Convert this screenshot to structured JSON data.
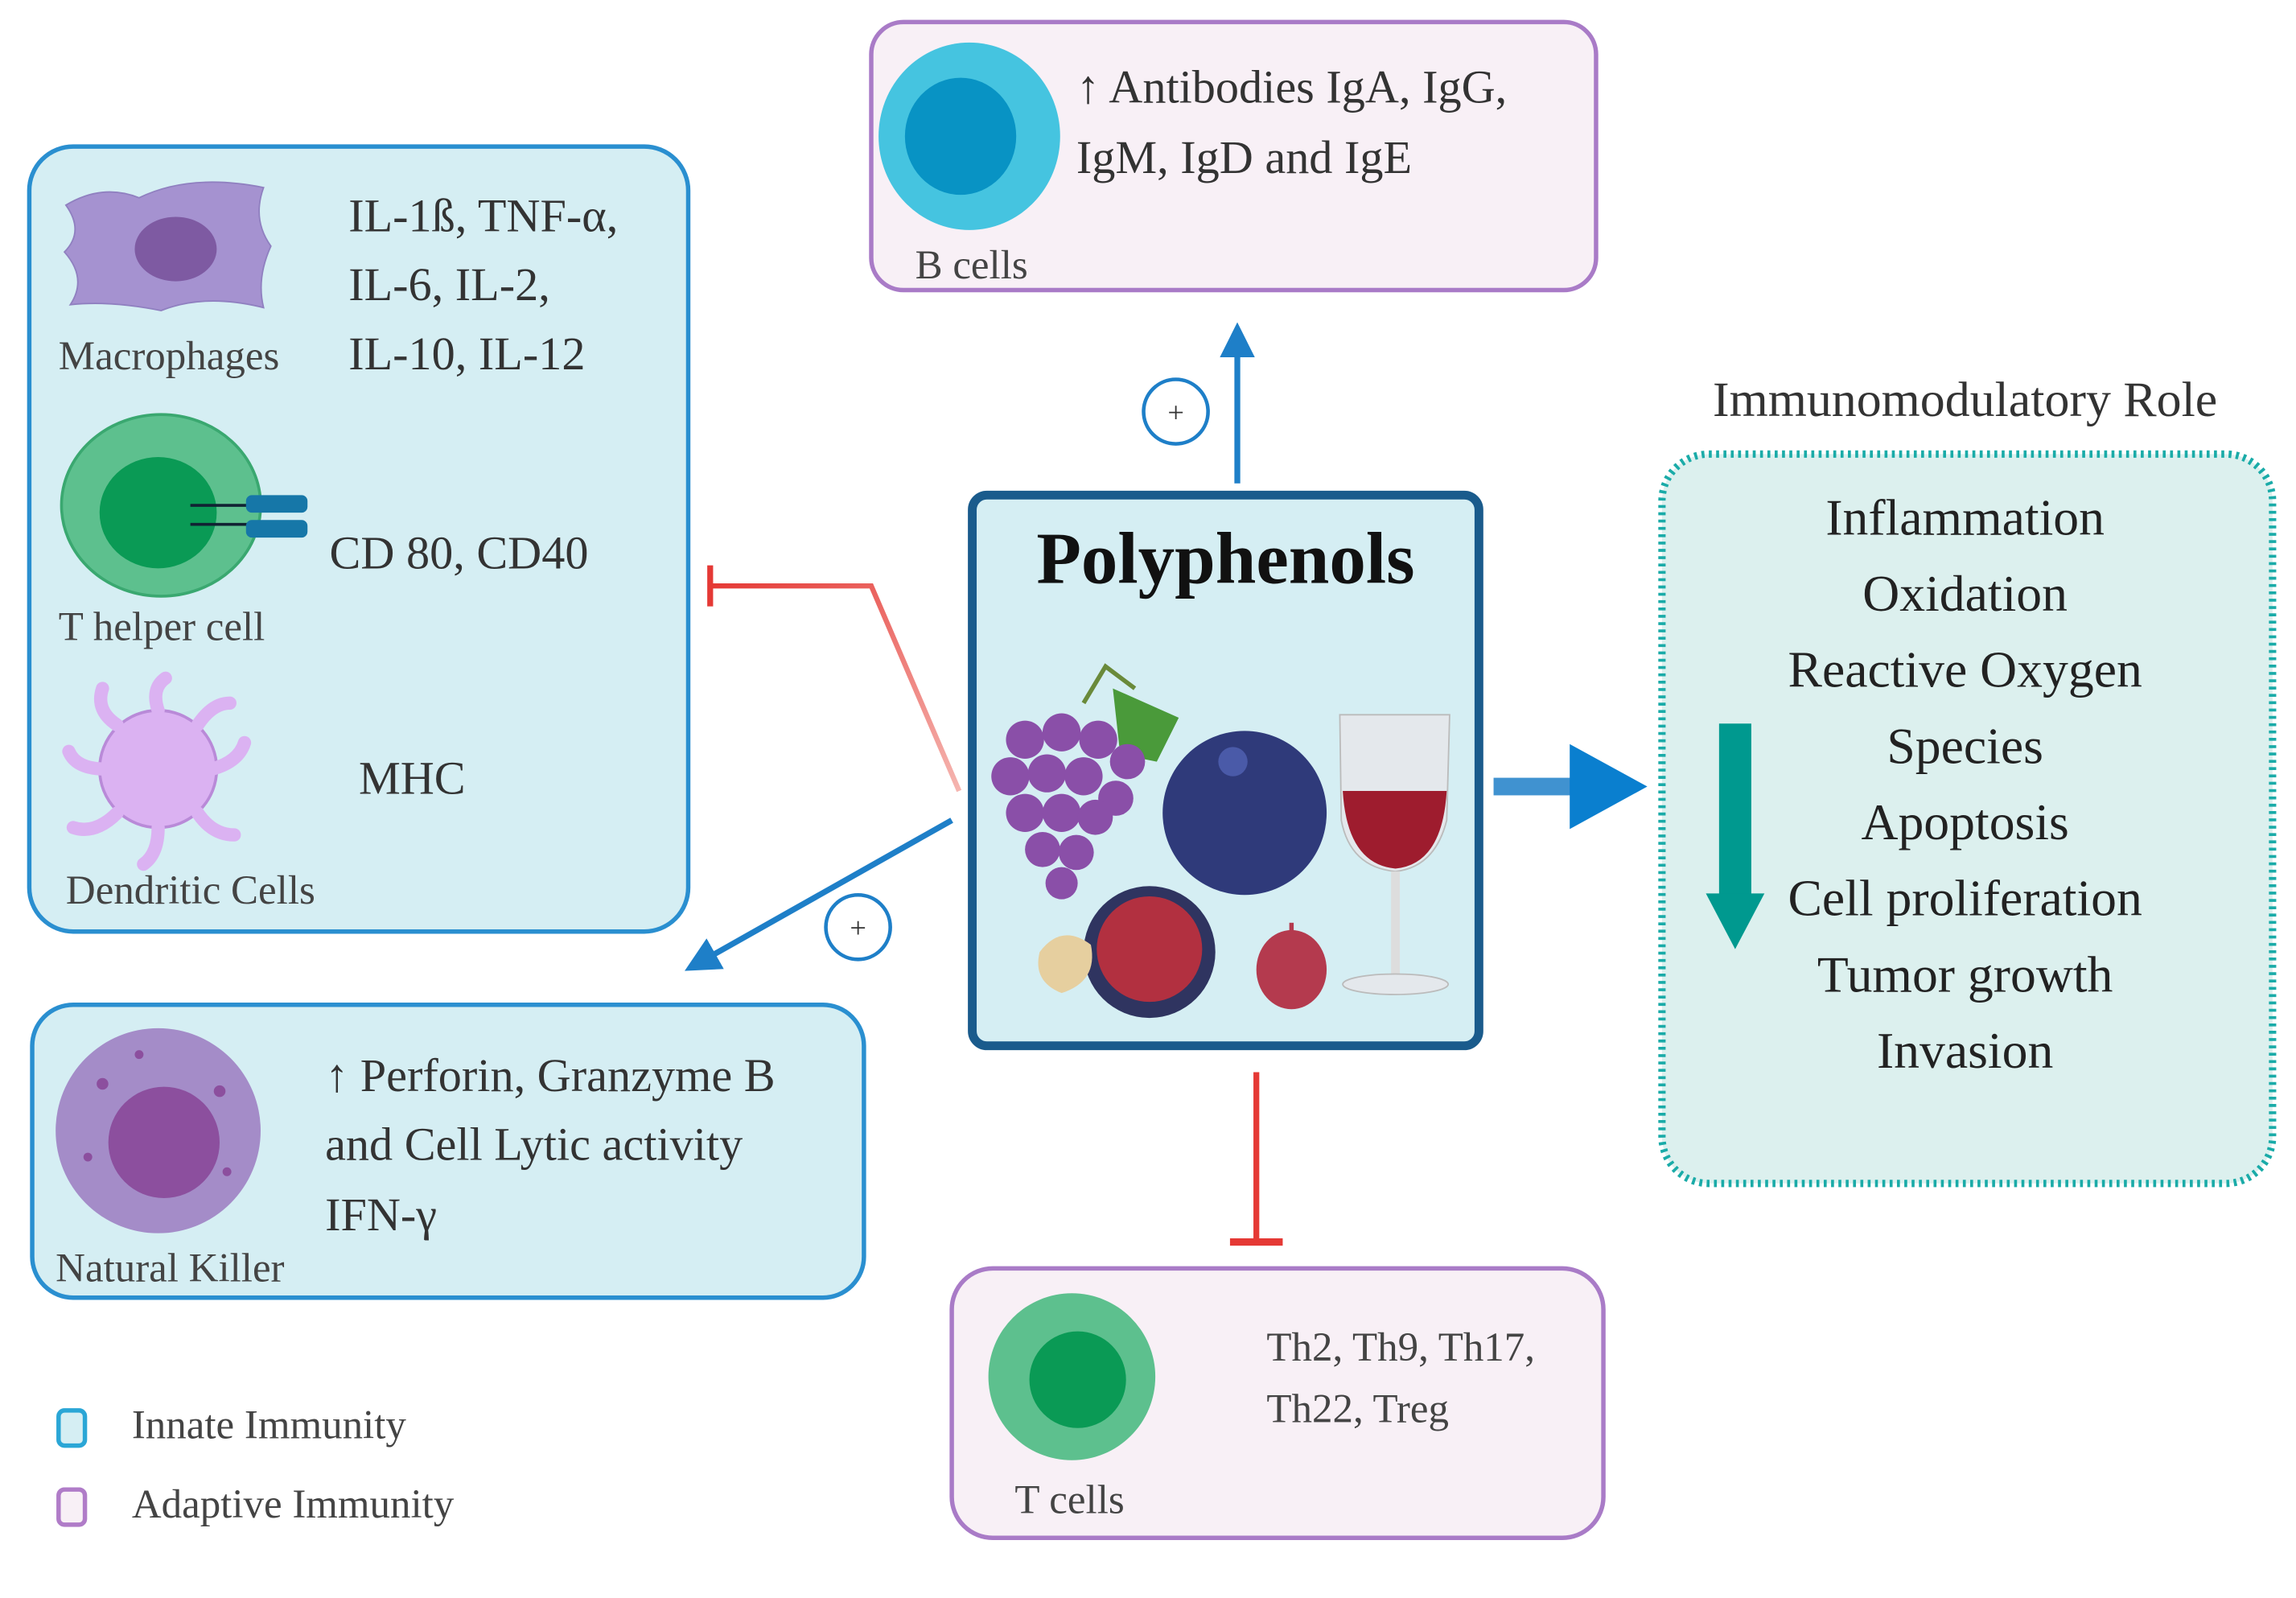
{
  "innate_box": {
    "macrophages": {
      "label": "Macrophages",
      "lines": [
        "IL-1ß, TNF-α,",
        "IL-6, IL-2,",
        "IL-10, IL-12"
      ]
    },
    "t_helper": {
      "label": "T helper cell",
      "markers": "CD 80, CD40"
    },
    "dendritic": {
      "label": "Dendritic Cells",
      "markers": "MHC"
    }
  },
  "nk_box": {
    "label": "Natural Killer",
    "lines": [
      "↑ Perforin, Granzyme B",
      "and Cell Lytic activity",
      "IFN-γ"
    ]
  },
  "b_cell_box": {
    "label": "B cells",
    "lines": [
      "↑ Antibodies IgA, IgG,",
      "IgM, IgD and IgE"
    ]
  },
  "t_cell_box": {
    "label": "T cells",
    "lines": [
      "Th2, Th9, Th17,",
      "Th22, Treg"
    ]
  },
  "center": {
    "title": "Polyphenols"
  },
  "plus_sign": "+",
  "role": {
    "title": "Immunomodulatory Role",
    "items": [
      "Inflammation",
      "Oxidation",
      "Reactive Oxygen",
      "Species",
      "Apoptosis",
      "Cell proliferation",
      "Tumor  growth",
      "Invasion"
    ]
  },
  "legend": [
    {
      "label": "Innate Immunity",
      "color": "#2aa6d6"
    },
    {
      "label": "Adaptive Immunity",
      "color": "#b07cc8"
    }
  ],
  "colors": {
    "innate_fill": "#d5eef3",
    "innate_stroke": "#2a8fd0",
    "adaptive_fill": "#f8f0f6",
    "adaptive_stroke": "#a97bc7",
    "inhibit": "#e53935",
    "activate": "#1e7fc8",
    "role_stroke": "#1aaba8"
  }
}
